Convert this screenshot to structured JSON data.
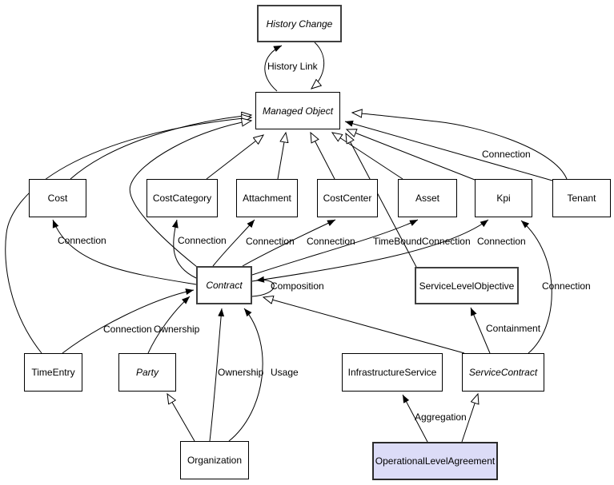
{
  "diagram": {
    "kind": "class-relationship-diagram",
    "colors": {
      "background": "#ffffff",
      "node_fill": "#ffffff",
      "node_border": "#000000",
      "thick_border": "#3f3f3f",
      "highlight_fill": "#dcdcf7",
      "edge_stroke": "#000000"
    },
    "nodes": [
      {
        "id": "history-change",
        "label": "History Change",
        "abstract": true
      },
      {
        "id": "managed-object",
        "label": "Managed Object",
        "abstract": true
      },
      {
        "id": "cost",
        "label": "Cost",
        "abstract": false
      },
      {
        "id": "cost-category",
        "label": "CostCategory",
        "abstract": false
      },
      {
        "id": "attachment",
        "label": "Attachment",
        "abstract": false
      },
      {
        "id": "cost-center",
        "label": "CostCenter",
        "abstract": false
      },
      {
        "id": "asset",
        "label": "Asset",
        "abstract": false
      },
      {
        "id": "kpi",
        "label": "Kpi",
        "abstract": false
      },
      {
        "id": "tenant",
        "label": "Tenant",
        "abstract": false
      },
      {
        "id": "contract",
        "label": "Contract",
        "abstract": true
      },
      {
        "id": "service-level-objective",
        "label": "ServiceLevelObjective",
        "abstract": false
      },
      {
        "id": "time-entry",
        "label": "TimeEntry",
        "abstract": false
      },
      {
        "id": "party",
        "label": "Party",
        "abstract": true
      },
      {
        "id": "infrastructure-service",
        "label": "InfrastructureService",
        "abstract": false
      },
      {
        "id": "service-contract",
        "label": "ServiceContract",
        "abstract": true
      },
      {
        "id": "organization",
        "label": "Organization",
        "abstract": false
      },
      {
        "id": "operational-level-agreement",
        "label": "OperationalLevelAgreement",
        "abstract": false,
        "highlighted": true
      }
    ],
    "edge_labels": [
      {
        "id": "history-link",
        "text": "History Link"
      },
      {
        "id": "connection-tenant",
        "text": "Connection"
      },
      {
        "id": "connection-cost",
        "text": "Connection"
      },
      {
        "id": "connection-cost-category",
        "text": "Connection"
      },
      {
        "id": "connection-attachment",
        "text": "Connection"
      },
      {
        "id": "connection-cost-center",
        "text": "Connection"
      },
      {
        "id": "time-bound-connection-asset",
        "text": "TimeBoundConnection"
      },
      {
        "id": "connection-kpi",
        "text": "Connection"
      },
      {
        "id": "composition-contract",
        "text": "Composition"
      },
      {
        "id": "connection-service-contract-kpi",
        "text": "Connection"
      },
      {
        "id": "containment",
        "text": "Containment"
      },
      {
        "id": "connection-time-entry",
        "text": "Connection"
      },
      {
        "id": "ownership-party",
        "text": "Ownership"
      },
      {
        "id": "ownership-organization",
        "text": "Ownership"
      },
      {
        "id": "usage",
        "text": "Usage"
      },
      {
        "id": "aggregation",
        "text": "Aggregation"
      }
    ]
  }
}
